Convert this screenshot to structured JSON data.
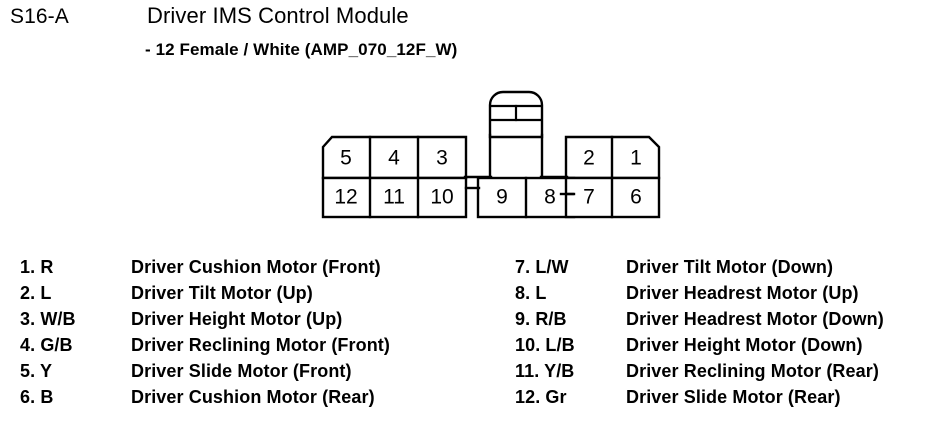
{
  "header": {
    "connector_id": "S16-A",
    "title": "Driver IMS Control Module",
    "subtitle": "- 12 Female / White (AMP_070_12F_W)"
  },
  "connector": {
    "top_row_left": [
      "5",
      "4",
      "3"
    ],
    "top_row_right": [
      "2",
      "1"
    ],
    "bottom_row_left": [
      "12",
      "11",
      "10"
    ],
    "bottom_row_center": [
      "9",
      "8"
    ],
    "bottom_row_right": [
      "7",
      "6"
    ]
  },
  "legend": {
    "left": [
      {
        "pin": "1. R",
        "desc": "Driver Cushion Motor (Front)"
      },
      {
        "pin": "2. L",
        "desc": "Driver Tilt Motor (Up)"
      },
      {
        "pin": "3. W/B",
        "desc": "Driver Height Motor (Up)"
      },
      {
        "pin": "4. G/B",
        "desc": "Driver Reclining Motor (Front)"
      },
      {
        "pin": "5. Y",
        "desc": "Driver Slide Motor (Front)"
      },
      {
        "pin": "6. B",
        "desc": "Driver Cushion Motor (Rear)"
      }
    ],
    "right": [
      {
        "pin": "7. L/W",
        "desc": "Driver Tilt Motor (Down)"
      },
      {
        "pin": "8. L",
        "desc": "Driver Headrest Motor (Up)"
      },
      {
        "pin": "9. R/B",
        "desc": "Driver Headrest Motor (Down)"
      },
      {
        "pin": "10. L/B",
        "desc": "Driver Height Motor (Down)"
      },
      {
        "pin": "11. Y/B",
        "desc": "Driver Reclining Motor (Rear)"
      },
      {
        "pin": "12. Gr",
        "desc": "Driver Slide Motor (Rear)"
      }
    ]
  },
  "colors": {
    "background": "#ffffff",
    "ink": "#000000"
  }
}
